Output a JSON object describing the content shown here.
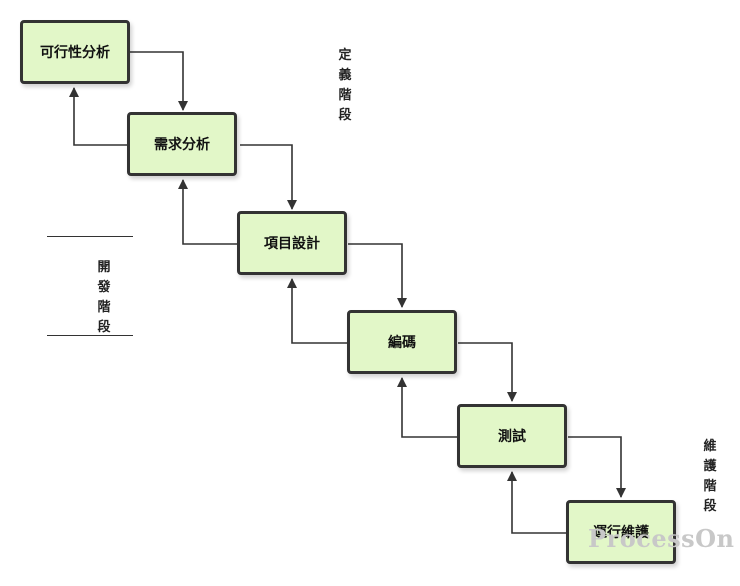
{
  "stages": [
    {
      "label": "可行性分析"
    },
    {
      "label": "需求分析"
    },
    {
      "label": "項目設計"
    },
    {
      "label": "編碼"
    },
    {
      "label": "測試"
    },
    {
      "label": "運行維護"
    }
  ],
  "phases": {
    "definition": "定義階段",
    "development": "開發階段",
    "maintenance": "維護階段"
  },
  "watermark": "ProcessOn",
  "colors": {
    "node_fill": "#e2f7c8",
    "node_border": "#333333",
    "connector": "#333333"
  }
}
